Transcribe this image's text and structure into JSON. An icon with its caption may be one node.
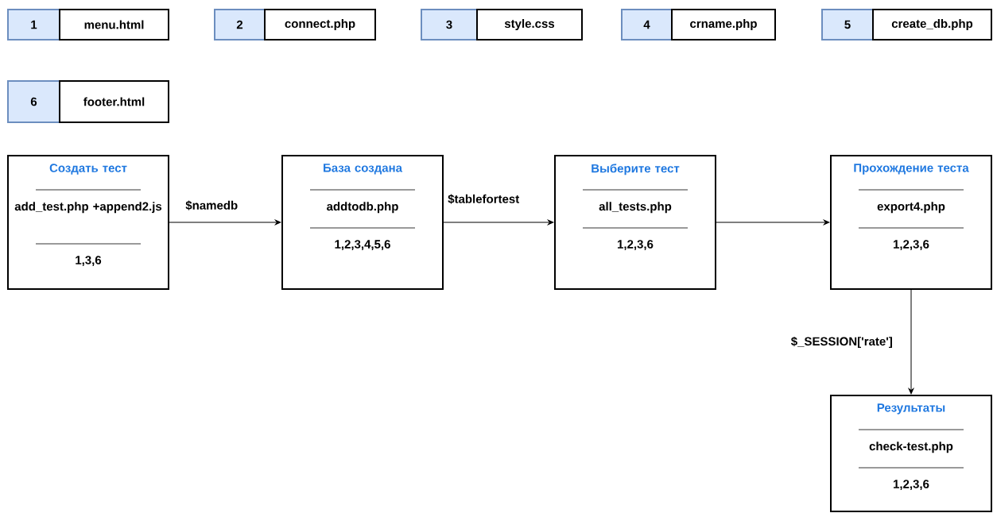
{
  "diagram": {
    "nodes": [
      {
        "text": [
          "1"
        ]
      },
      {
        "text": [
          "menu.html"
        ]
      },
      {
        "text": [
          "2"
        ]
      },
      {
        "text": [
          "connect.php"
        ]
      },
      {
        "text": [
          "3"
        ]
      },
      {
        "text": [
          "style.css"
        ]
      },
      {
        "text": [
          "4"
        ]
      },
      {
        "text": [
          "crname.php"
        ]
      },
      {
        "text": [
          "5"
        ]
      },
      {
        "text": [
          "create_db.php"
        ]
      },
      {
        "text": [
          "6"
        ]
      },
      {
        "text": [
          "footer.html"
        ]
      },
      {
        "text": [
          "Создать тест",
          "add_test.php +append2.js",
          "1,3,6"
        ]
      },
      {
        "text": [
          "База создана",
          "addtodb.php",
          "1,2,3,4,5,6"
        ]
      },
      {
        "text": [
          "Выберите тест",
          "all_tests.php",
          "1,2,3,6"
        ]
      },
      {
        "text": [
          "Прохождение теста",
          "export4.php",
          "1,2,3,6"
        ]
      },
      {
        "text": [
          "Результаты",
          "check-test.php",
          "1,2,3,6"
        ]
      }
    ],
    "edges": [
      {
        "from": 12,
        "to": 13,
        "arrow": "to",
        "label": "$namedb"
      },
      {
        "from": 13,
        "to": 14,
        "arrow": "to",
        "label": "$tablefortest"
      },
      {
        "from": 14,
        "to": 15,
        "arrow": "to"
      },
      {
        "from": 15,
        "to": 16,
        "arrow": "to",
        "label": "$_SESSION['rate']"
      }
    ]
  }
}
